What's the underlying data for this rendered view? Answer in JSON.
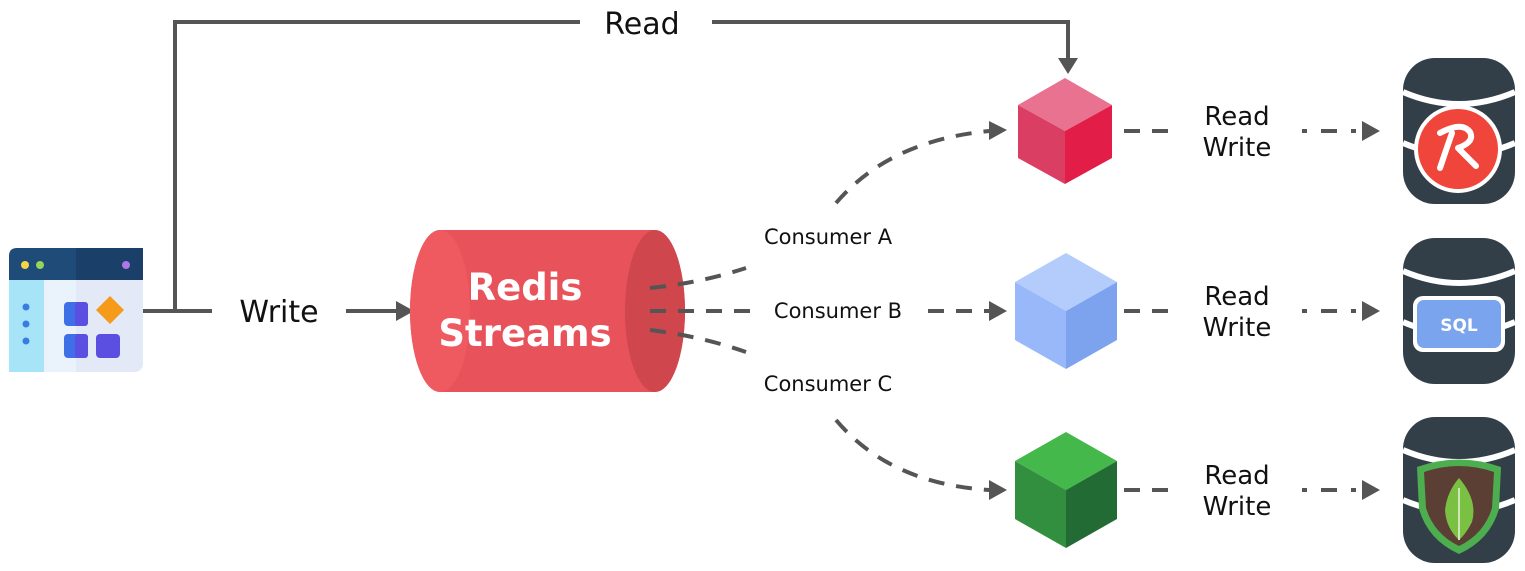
{
  "diagram": {
    "app_label_read": "Read",
    "app_label_write": "Write",
    "stream": {
      "line1": "Redis",
      "line2": "Streams",
      "color": "#e8525a"
    },
    "consumers": [
      {
        "label": "Consumer A",
        "color": "#e03a5c",
        "rw_read": "Read",
        "rw_write": "Write",
        "store": "redis-db-icon"
      },
      {
        "label": "Consumer B",
        "color": "#8fb3f7",
        "rw_read": "Read",
        "rw_write": "Write",
        "store": "sql-db-icon",
        "store_label": "SQL"
      },
      {
        "label": "Consumer C",
        "color": "#33a445",
        "rw_read": "Read",
        "rw_write": "Write",
        "store": "mongodb-db-icon"
      }
    ]
  }
}
